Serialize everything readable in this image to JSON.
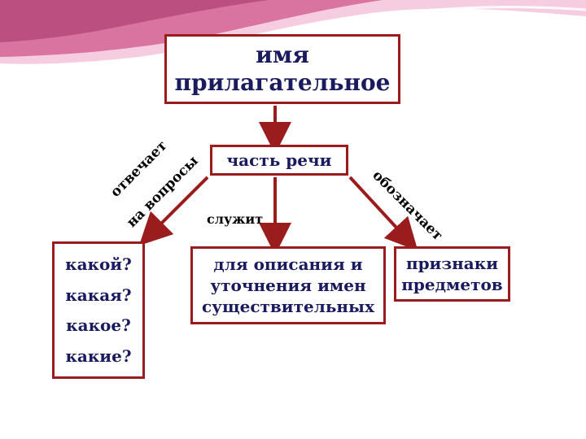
{
  "colors": {
    "box_border": "#9b1c1c",
    "box_text": "#1a1a5e",
    "arrow": "#9b1c1c",
    "banner_pink": "#d9739f",
    "banner_light": "#f6cde0"
  },
  "diagram": {
    "title": {
      "line1": "имя",
      "line2": "прилагательное"
    },
    "part_of_speech": "часть речи",
    "labels": {
      "answers_line1": "отвечает",
      "answers_line2": "на вопросы",
      "serves": "служит",
      "denotes": "обозначает"
    },
    "questions": [
      "какой?",
      "какая?",
      "какое?",
      "какие?"
    ],
    "description": {
      "line1": "для описания и",
      "line2": "уточнения имен",
      "line3": "существительных"
    },
    "signs": {
      "line1": "признаки",
      "line2": "предметов"
    }
  }
}
